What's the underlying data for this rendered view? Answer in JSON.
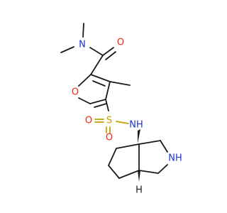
{
  "molecule": {
    "atoms": {
      "amide_n": "N",
      "amide_o": "O",
      "ring_o": "O",
      "sulfur": "S",
      "sulfonyl_o_left": "O",
      "sulfonyl_o_bottom": "O",
      "sulfonamide_nh": "NH",
      "pyrrolidine_nh": "NH",
      "stereo_h": "H"
    },
    "colors": {
      "carbon_bond": "#1a1a1a",
      "oxygen": "#e8290b",
      "nitrogen": "#1f2fd6",
      "sulfur": "#c8a000"
    }
  }
}
